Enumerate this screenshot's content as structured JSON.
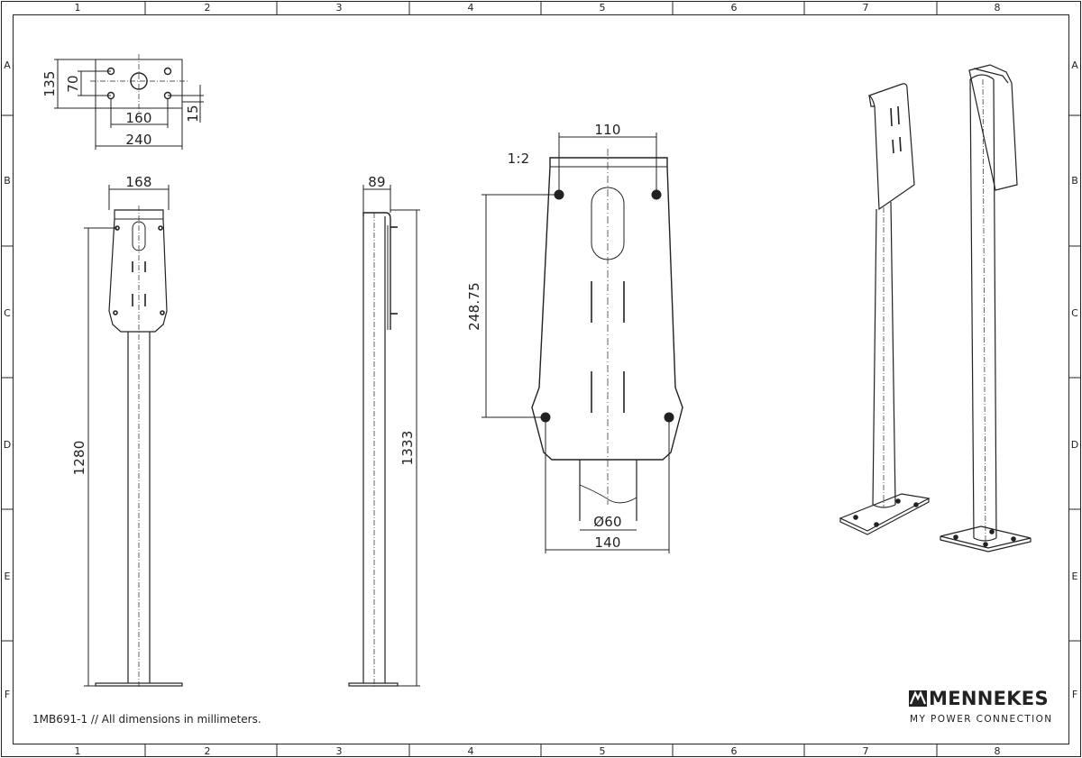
{
  "grid": {
    "columns": [
      "1",
      "2",
      "3",
      "4",
      "5",
      "6",
      "7",
      "8"
    ],
    "rows": [
      "A",
      "B",
      "C",
      "D",
      "E",
      "F"
    ]
  },
  "dimensions": {
    "base_height": "135",
    "base_inner_height": "70",
    "base_hole_spacing": "160",
    "base_width": "240",
    "base_edge": "15",
    "front_width": "168",
    "front_height": "1280",
    "side_depth": "89",
    "side_height": "1333",
    "detail_scale": "1:2",
    "detail_top_width": "110",
    "detail_hole_spacing": "248.75",
    "detail_pipe_dia": "Ø60",
    "detail_bottom_width": "140"
  },
  "footer": {
    "note": "1MB691-1 // All dimensions in millimeters.",
    "brand_name": "MENNEKES",
    "brand_tagline": "MY POWER CONNECTION"
  },
  "colors": {
    "line": "#222222",
    "paper": "#ffffff"
  }
}
